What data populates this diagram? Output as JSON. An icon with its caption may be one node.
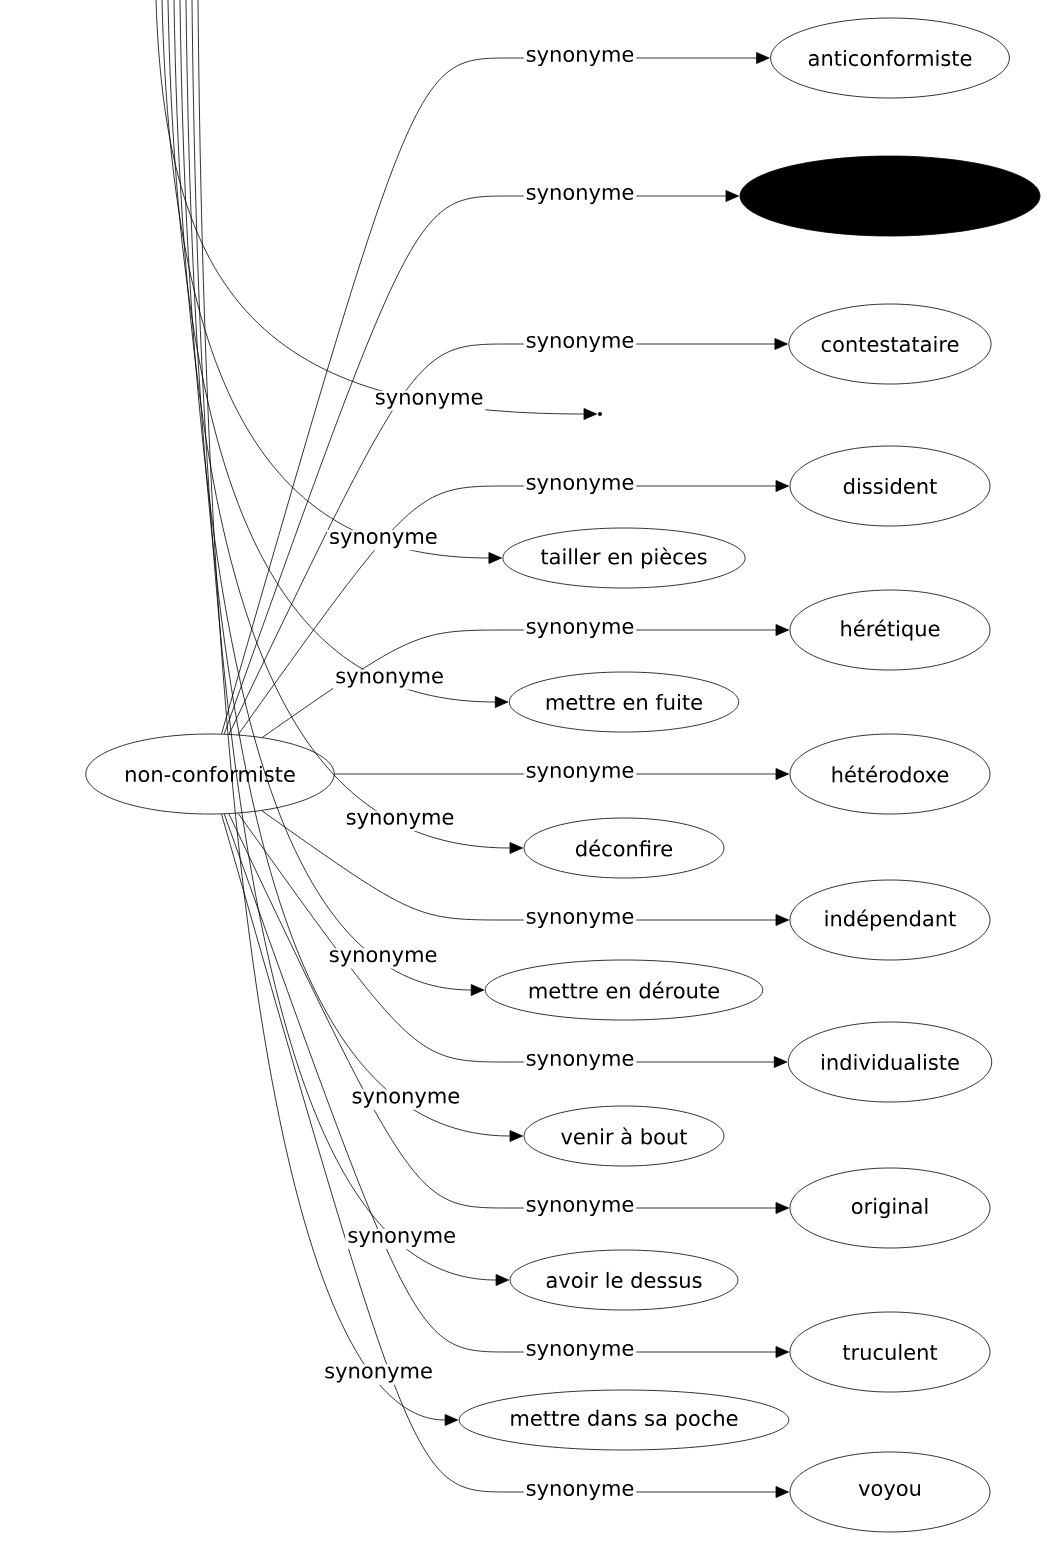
{
  "diagram": {
    "nodes": [
      {
        "text": [
          "non-conformiste"
        ]
      },
      {
        "text": [
          "anticonformiste"
        ]
      },
      {
        "text": [],
        "shape": "ellipse"
      },
      {
        "text": [
          "contestataire"
        ]
      },
      {
        "text": [
          "dissident"
        ]
      },
      {
        "text": [
          "hérétique"
        ]
      },
      {
        "text": [
          "hétérodoxe"
        ]
      },
      {
        "text": [
          "indépendant"
        ]
      },
      {
        "text": [
          "individualiste"
        ]
      },
      {
        "text": [
          "original"
        ]
      },
      {
        "text": [
          "truculent"
        ]
      },
      {
        "text": [
          "voyou"
        ]
      },
      {
        "text": [
          "tailler en pièces"
        ]
      },
      {
        "text": [
          "mettre en fuite"
        ]
      },
      {
        "text": [
          "déconfire"
        ]
      },
      {
        "text": [
          "mettre en déroute"
        ]
      },
      {
        "text": [
          "venir à bout"
        ]
      },
      {
        "text": [
          "avoir le dessus"
        ]
      },
      {
        "text": [
          "mettre dans sa poche"
        ]
      },
      {
        "text": [],
        "shape": "point"
      }
    ],
    "edges": [
      {
        "from": 0,
        "to": 1,
        "arrow": "to",
        "label": "synonyme"
      },
      {
        "from": 0,
        "to": 2,
        "arrow": "to",
        "label": "synonyme"
      },
      {
        "from": 0,
        "to": 3,
        "arrow": "to",
        "label": "synonyme"
      },
      {
        "from": 0,
        "to": 4,
        "arrow": "to",
        "label": "synonyme"
      },
      {
        "from": 0,
        "to": 5,
        "arrow": "to",
        "label": "synonyme"
      },
      {
        "from": 0,
        "to": 6,
        "arrow": "to",
        "label": "synonyme"
      },
      {
        "from": 0,
        "to": 7,
        "arrow": "to",
        "label": "synonyme"
      },
      {
        "from": 0,
        "to": 8,
        "arrow": "to",
        "label": "synonyme"
      },
      {
        "from": 0,
        "to": 9,
        "arrow": "to",
        "label": "synonyme"
      },
      {
        "from": 0,
        "to": 10,
        "arrow": "to",
        "label": "synonyme"
      },
      {
        "from": 0,
        "to": 11,
        "arrow": "to",
        "label": "synonyme"
      },
      {
        "from": null,
        "to": 19,
        "arrow": "to",
        "label": "synonyme"
      },
      {
        "from": null,
        "to": 12,
        "arrow": "to",
        "label": "synonyme"
      },
      {
        "from": null,
        "to": 13,
        "arrow": "to",
        "label": "synonyme"
      },
      {
        "from": null,
        "to": 14,
        "arrow": "to",
        "label": "synonyme"
      },
      {
        "from": null,
        "to": 15,
        "arrow": "to",
        "label": "synonyme"
      },
      {
        "from": null,
        "to": 16,
        "arrow": "to",
        "label": "synonyme"
      },
      {
        "from": null,
        "to": 17,
        "arrow": "to",
        "label": "synonyme"
      },
      {
        "from": null,
        "to": 18,
        "arrow": "to",
        "label": "synonyme"
      }
    ]
  }
}
